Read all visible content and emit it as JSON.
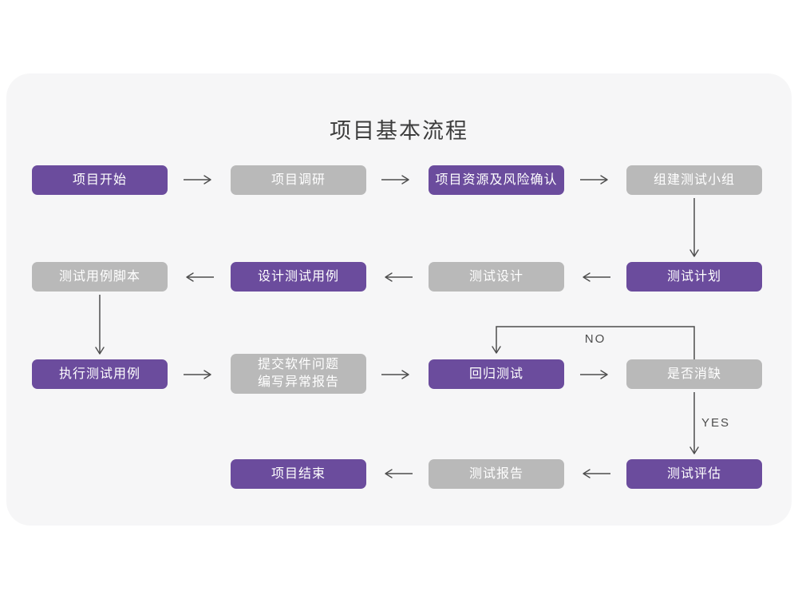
{
  "title": "项目基本流程",
  "colors": {
    "purple": "#6B4C9D",
    "gray": "#B9B9B9",
    "card_bg": "#F6F6F7",
    "page_bg": "#FFFFFF",
    "arrow": "#4D4D4D",
    "box_text": "#FFFFFF",
    "title_color": "#3C3C3C"
  },
  "edge_labels": {
    "no": "NO",
    "yes": "YES"
  },
  "nodes": {
    "start": {
      "label": "项目开始",
      "variant": "purple"
    },
    "research": {
      "label": "项目调研",
      "variant": "gray"
    },
    "risk": {
      "label": "项目资源及风险确认",
      "variant": "purple"
    },
    "team": {
      "label": "组建测试小组",
      "variant": "gray"
    },
    "plan": {
      "label": "测试计划",
      "variant": "purple"
    },
    "design": {
      "label": "测试设计",
      "variant": "gray"
    },
    "design_cases": {
      "label": "设计测试用例",
      "variant": "purple"
    },
    "case_script": {
      "label": "测试用例脚本",
      "variant": "gray"
    },
    "execute": {
      "label": "执行测试用例",
      "variant": "purple"
    },
    "submit": {
      "label": "提交软件问题\n编写异常报告",
      "variant": "gray"
    },
    "regression": {
      "label": "回归测试",
      "variant": "purple"
    },
    "defect_check": {
      "label": "是否消缺",
      "variant": "gray"
    },
    "evaluate": {
      "label": "测试评估",
      "variant": "purple"
    },
    "report": {
      "label": "测试报告",
      "variant": "gray"
    },
    "end": {
      "label": "项目结束",
      "variant": "purple"
    }
  }
}
